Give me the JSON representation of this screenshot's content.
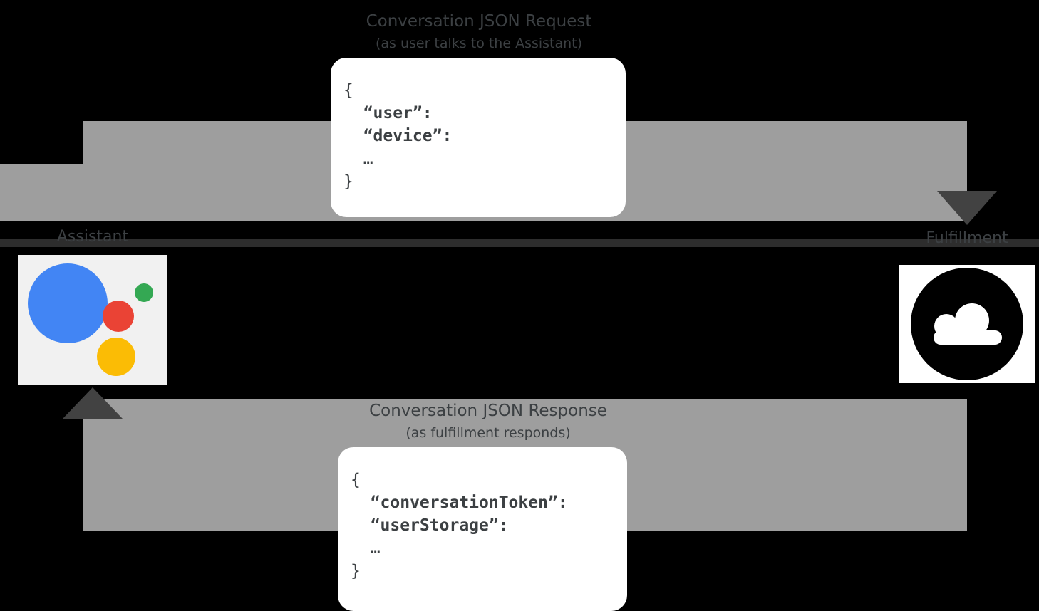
{
  "request": {
    "title": "Conversation JSON Request",
    "subtitle": "(as user talks to the Assistant)",
    "code_lines": [
      "{",
      "  “user”:",
      "  “device”:",
      "  …",
      "}"
    ]
  },
  "response": {
    "title": "Conversation JSON Response",
    "subtitle": "(as fulfillment responds)",
    "code_lines": [
      "{",
      "  “conversationToken”:",
      "  “userStorage”:",
      "  …",
      "}"
    ]
  },
  "assistant": {
    "label": "Assistant"
  },
  "fulfillment": {
    "label": "Fulfillment"
  },
  "icons": {
    "assistant_logo": "google-assistant-logo",
    "fulfillment_logo": "cloud-icon",
    "request_arrow": "arrowhead-down",
    "response_arrow": "arrowhead-up"
  },
  "colors": {
    "background": "#000000",
    "arrow_band": "#9e9e9e",
    "arrowhead": "#424242",
    "label_text": "#3c4043",
    "code_text": "#3c4043",
    "box_background": "#ffffff",
    "assistant_tile": "#f1f1f1",
    "assistant_blue": "#4285f4",
    "assistant_red": "#ea4335",
    "assistant_yellow": "#fbbc05",
    "assistant_green": "#34a853",
    "cloud_black": "#000000"
  }
}
